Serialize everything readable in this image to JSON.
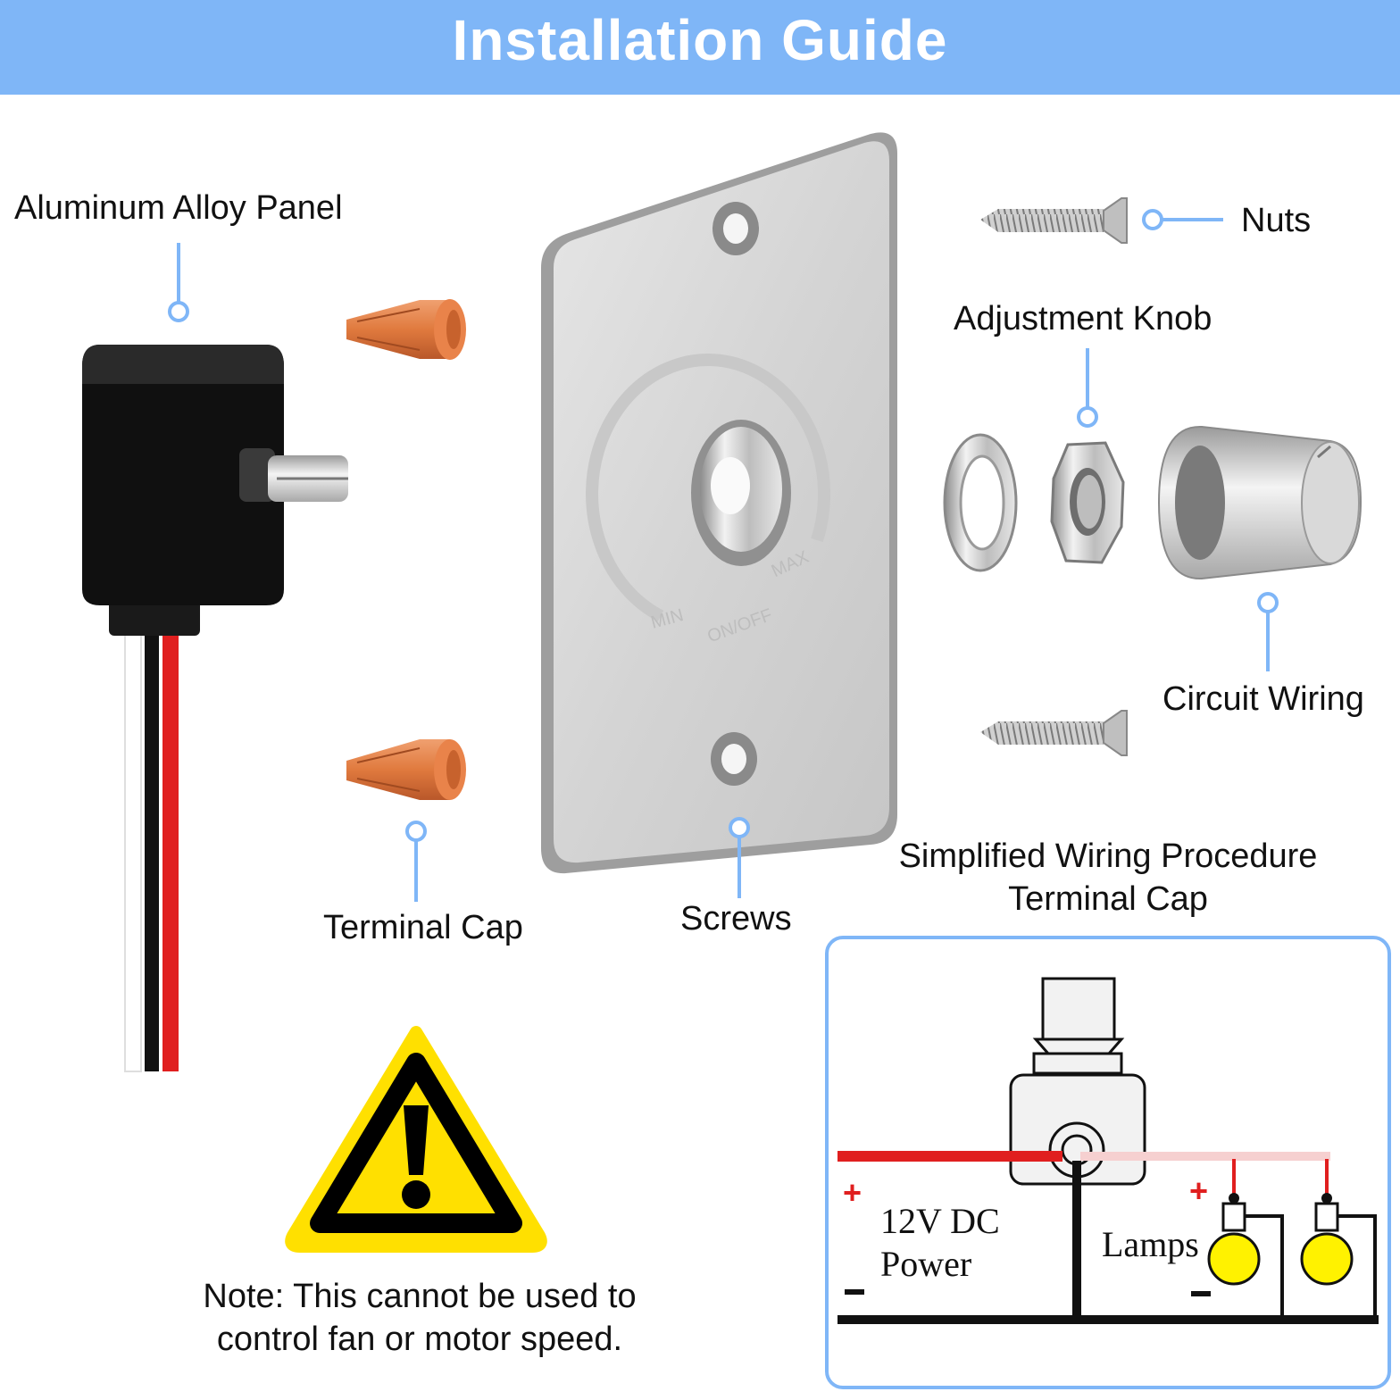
{
  "header": {
    "title": "Installation Guide"
  },
  "callouts": {
    "panel": "Aluminum Alloy Panel",
    "nuts": "Nuts",
    "knob": "Adjustment Knob",
    "circuit": "Circuit Wiring",
    "terminal_cap": "Terminal Cap",
    "screws": "Screws"
  },
  "faceplate": {
    "min": "MIN",
    "onoff": "ON/OFF",
    "max": "MAX"
  },
  "wiring": {
    "title_line1": "Simplified Wiring Procedure",
    "title_line2": "Terminal Cap",
    "power_line1": "12V DC",
    "power_line2": "Power",
    "lamps": "Lamps",
    "plus": "+",
    "minus": "−"
  },
  "note": {
    "line1": "Note: This cannot be used to",
    "line2": "control fan or motor speed."
  },
  "colors": {
    "accent": "#7fb6f7",
    "wire_red": "#e01f1f",
    "warning_yellow": "#ffe000",
    "lamp_yellow": "#fff200",
    "cap_orange": "#e07a3e"
  }
}
